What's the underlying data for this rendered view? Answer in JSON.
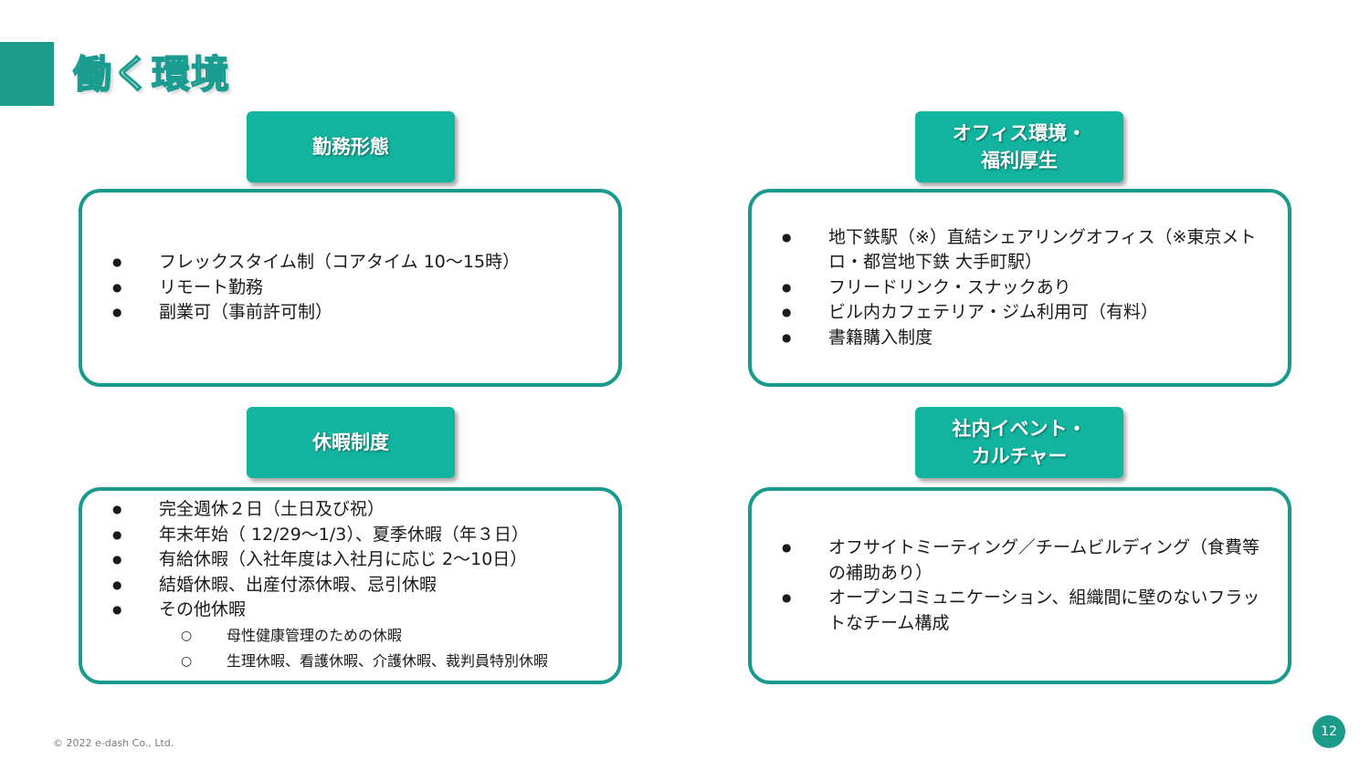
{
  "title": "働く環境",
  "sections": {
    "work_style": {
      "header": "勤務形態",
      "items": [
        "フレックスタイム制（コアタイム 10～15時）",
        "リモート勤務",
        "副業可（事前許可制）"
      ]
    },
    "office": {
      "header": "オフィス環境・\n福利厚生",
      "items": [
        "地下鉄駅（※）直結シェアリングオフィス（※東京メトロ・都営地下鉄  大手町駅）",
        "フリードリンク・スナックあり",
        "ビル内カフェテリア・ジム利用可（有料）",
        "書籍購入制度"
      ]
    },
    "leave": {
      "header": "休暇制度",
      "items": [
        "完全週休２日（土日及び祝）",
        "年末年始（ 12/29～1/3）、夏季休暇（年３日）",
        "有給休暇（入社年度は入社月に応じ 2～10日）",
        "結婚休暇、出産付添休暇、忌引休暇",
        "その他休暇"
      ],
      "sub_items": [
        "母性健康管理のための休暇",
        "生理休暇、看護休暇、介護休暇、裁判員特別休暇"
      ]
    },
    "culture": {
      "header": "社内イベント・\nカルチャー",
      "items": [
        "オフサイトミーティング／チームビルディング（食費等の補助あり）",
        "オープンコミュニケーション、組織間に壁のないフラットなチーム構成"
      ]
    }
  },
  "footer": {
    "copyright": "© 2022 e-dash Co., Ltd.",
    "page_number": "12"
  },
  "colors": {
    "accent": "#1c9a8a",
    "header_fill": "#12b39f",
    "box_border": "#1a9a8c"
  }
}
